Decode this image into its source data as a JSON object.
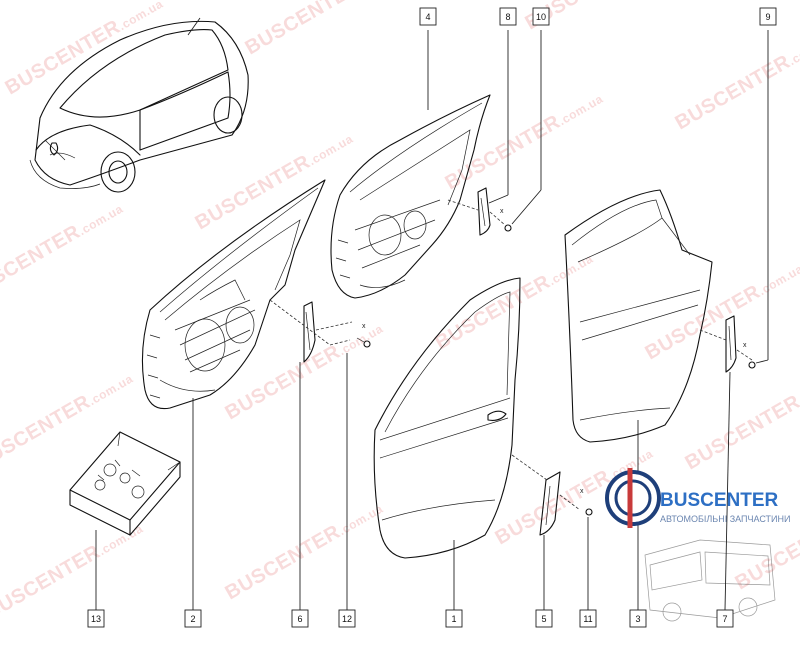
{
  "watermark": {
    "brand": "BUSCENTER",
    "domain": ".com.ua"
  },
  "logo": {
    "name": "BUSCENTER",
    "tagline": "АВТОМОБІЛЬНІ ЗАПЧАСТИНИ"
  },
  "callouts": [
    "1",
    "2",
    "3",
    "4",
    "5",
    "6",
    "7",
    "8",
    "9",
    "10",
    "11",
    "12",
    "13"
  ],
  "colors": {
    "line": "#111111",
    "watermark": "#e05a5a",
    "logo": "#2d6fc4"
  }
}
